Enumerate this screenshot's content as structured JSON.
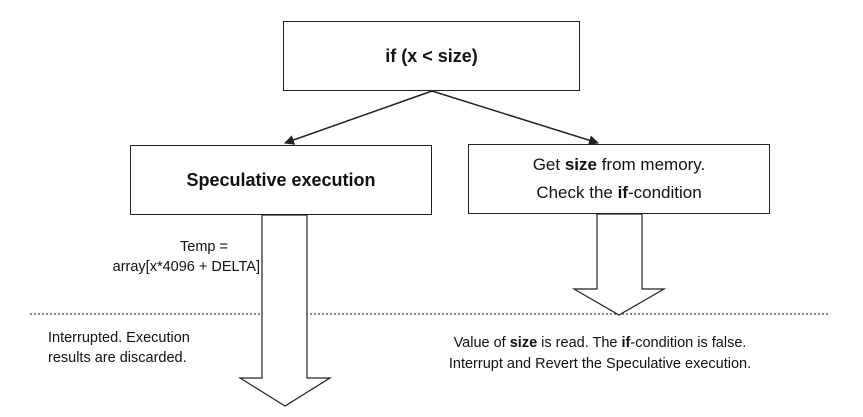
{
  "decision": {
    "label": "if (x < size)"
  },
  "speculative": {
    "label": "Speculative execution"
  },
  "fetch": {
    "line1": {
      "pre": "Get ",
      "bold": "size",
      "post": " from memory."
    },
    "line2": {
      "pre": "Check the ",
      "bold": "if",
      "post": "-condition"
    }
  },
  "temp_code": {
    "line1": "Temp =",
    "line2": "array[x*4096 + DELTA]"
  },
  "interrupted": {
    "line1": "Interrupted. Execution",
    "line2": "results are discarded."
  },
  "value_read": {
    "line1": {
      "pre": "Value of ",
      "bold1": "size",
      "mid": " is read. The ",
      "bold2": "if",
      "post": "-condition is false."
    },
    "line2": "Interrupt and Revert the Speculative execution."
  }
}
